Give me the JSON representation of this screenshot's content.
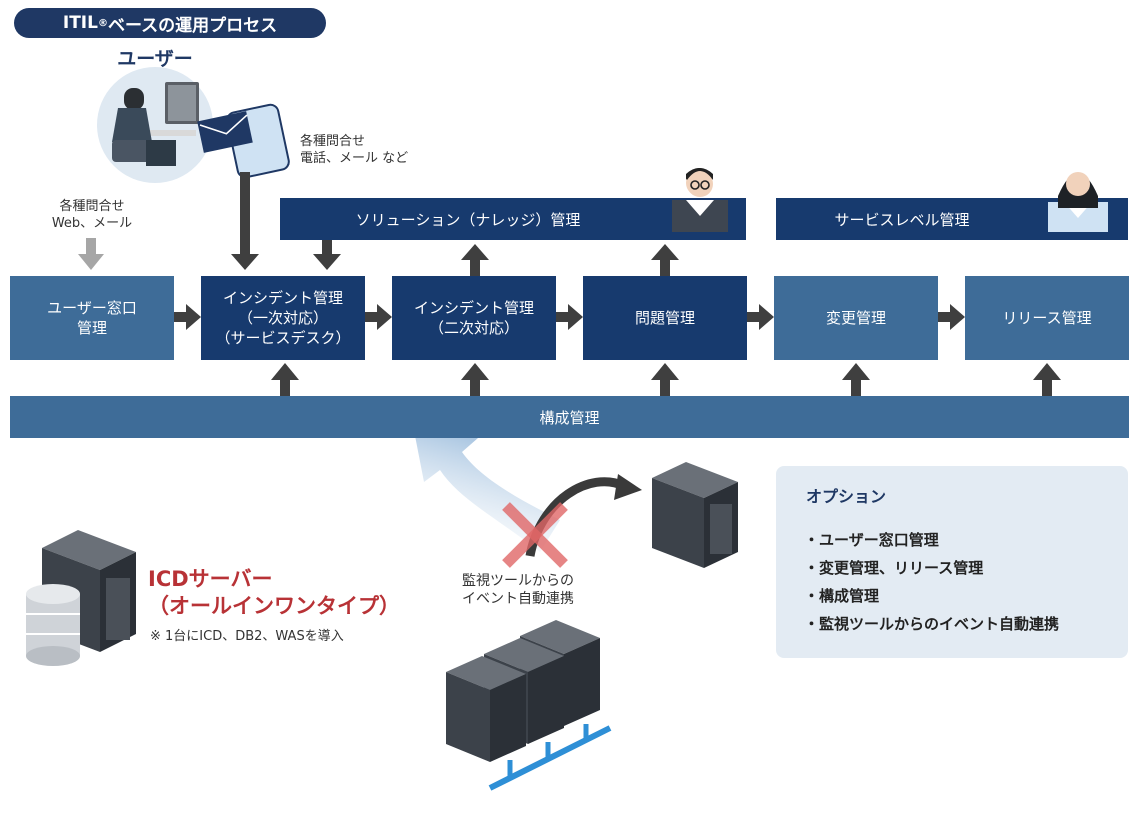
{
  "header": {
    "title": "ITIL",
    "title_mark": "®",
    "title_rest": " ベースの運用プロセス"
  },
  "user": {
    "label": "ユーザー"
  },
  "contact_web": {
    "line1": "各種問合せ",
    "line2": "Web、メール"
  },
  "contact_phone": {
    "line1": "各種問合せ",
    "line2": "電話、メール など"
  },
  "bands": {
    "solution": "ソリューション（ナレッジ）管理",
    "service_level": "サービスレベル管理",
    "config": "構成管理"
  },
  "process_boxes": [
    {
      "label": "ユーザー窓口\n管理"
    },
    {
      "label": "インシデント管理\n（一次対応）\n（サービスデスク）"
    },
    {
      "label": "インシデント管理\n（二次対応）"
    },
    {
      "label": "問題管理"
    },
    {
      "label": "変更管理"
    },
    {
      "label": "リリース管理"
    }
  ],
  "monitoring": {
    "line1": "監視ツールからの",
    "line2": "イベント自動連携"
  },
  "icd": {
    "line1": "ICDサーバー",
    "line2": "（オールインワンタイプ）",
    "note": "※ 1台にICD、DB2、WASを導入"
  },
  "options": {
    "title": "オプション",
    "items": [
      "・ユーザー窓口管理",
      "・変更管理、リリース管理",
      "・構成管理",
      "・監視ツールからのイベント自動連携"
    ]
  },
  "colors": {
    "dark_navy": "#173a6e",
    "mid_blue": "#3e6c98",
    "icd_red": "#b83236",
    "option_bg": "#e3ebf3",
    "arrow_gray": "#3f3f3f",
    "arrow_light": "#a6a6a6"
  }
}
